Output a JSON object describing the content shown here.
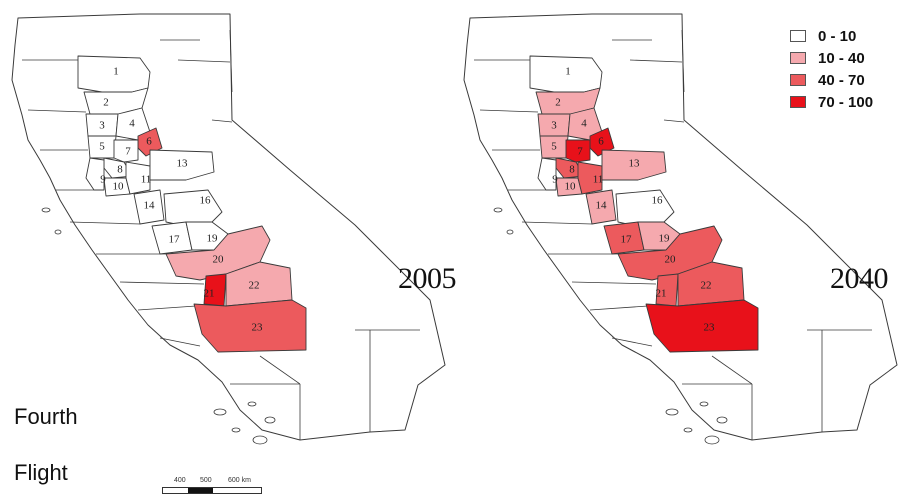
{
  "legend": {
    "items": [
      {
        "label": "0 - 10",
        "color": "#ffffff"
      },
      {
        "label": "10 - 40",
        "color": "#f5a9ae"
      },
      {
        "label": "40 - 70",
        "color": "#ec5a5d"
      },
      {
        "label": "70 - 100",
        "color": "#e8111a"
      }
    ]
  },
  "maps": [
    {
      "year": "2005",
      "region_classes": {
        "1": 0,
        "2": 0,
        "3": 0,
        "4": 0,
        "5": 0,
        "6": 2,
        "7": 0,
        "8": 0,
        "9": 0,
        "10": 0,
        "11": 0,
        "13": 0,
        "14": 0,
        "16": 0,
        "17": 0,
        "19": 0,
        "20": 1,
        "21": 3,
        "22": 1,
        "23": 2
      }
    },
    {
      "year": "2040",
      "region_classes": {
        "1": 0,
        "2": 1,
        "3": 1,
        "4": 1,
        "5": 1,
        "6": 3,
        "7": 3,
        "8": 2,
        "9": 0,
        "10": 1,
        "11": 2,
        "13": 1,
        "14": 1,
        "16": 0,
        "17": 2,
        "19": 1,
        "20": 2,
        "21": 2,
        "22": 2,
        "23": 3
      }
    }
  ],
  "side_text": {
    "line1": "Fourth",
    "line2": "Flight"
  },
  "scalebar": {
    "labels": [
      "400",
      "500",
      "600 km"
    ]
  }
}
